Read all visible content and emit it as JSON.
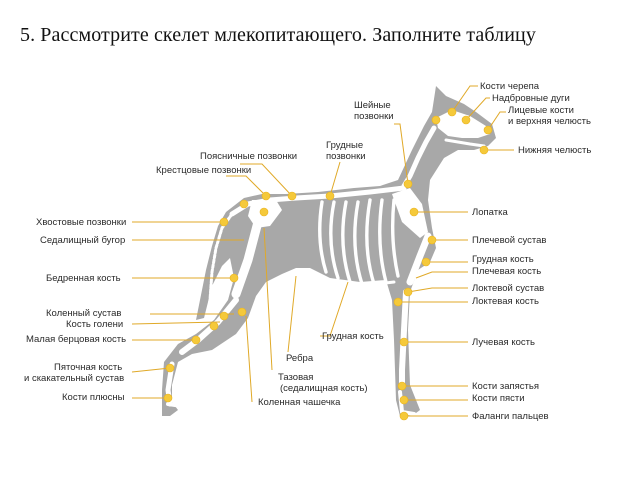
{
  "heading": "5. Рассмотрите скелет млекопитающего. Заполните таблицу",
  "colors": {
    "silhouette": "#a8a8a8",
    "bone": "#ffffff",
    "marker": "#f5c93a",
    "leader": "#e0a928"
  },
  "labels": {
    "skull_bones": "Кости черепа",
    "brow_ridges": "Надбровные дуги",
    "facial_bones_1": "Лицевые кости",
    "facial_bones_2": "и верхняя челюсть",
    "lower_jaw": "Нижняя челюсть",
    "cervical_1": "Шейные",
    "cervical_2": "позвонки",
    "thoracic_1": "Грудные",
    "thoracic_2": "позвонки",
    "lumbar": "Поясничные позвонки",
    "sacral": "Крестцовые позвонки",
    "tail": "Хвостовые позвонки",
    "ischial_tuber": "Седалищный бугор",
    "femur": "Бедренная кость",
    "knee_joint": "Коленный сустав",
    "tibia": "Кость голени",
    "fibula": "Малая берцовая кость",
    "calcaneus_1": "Пяточная кость",
    "calcaneus_2": "и скакательный сустав",
    "metatarsals": "Кости плюсны",
    "scapula": "Лопатка",
    "shoulder_joint": "Плечевой сустав",
    "sternum_right": "Грудная кость",
    "humerus": "Плечевая кость",
    "elbow_joint": "Локтевой сустав",
    "ulna": "Локтевая кость",
    "radius": "Лучевая кость",
    "carpals": "Кости запястья",
    "metacarpals": "Кости пясти",
    "phalanges": "Фаланги пальцев",
    "sternum_bottom": "Грудная кость",
    "ribs": "Ребра",
    "pelvis_1": "Тазовая",
    "pelvis_2": "(седалищная кость)",
    "patella": "Коленная чашечка"
  }
}
